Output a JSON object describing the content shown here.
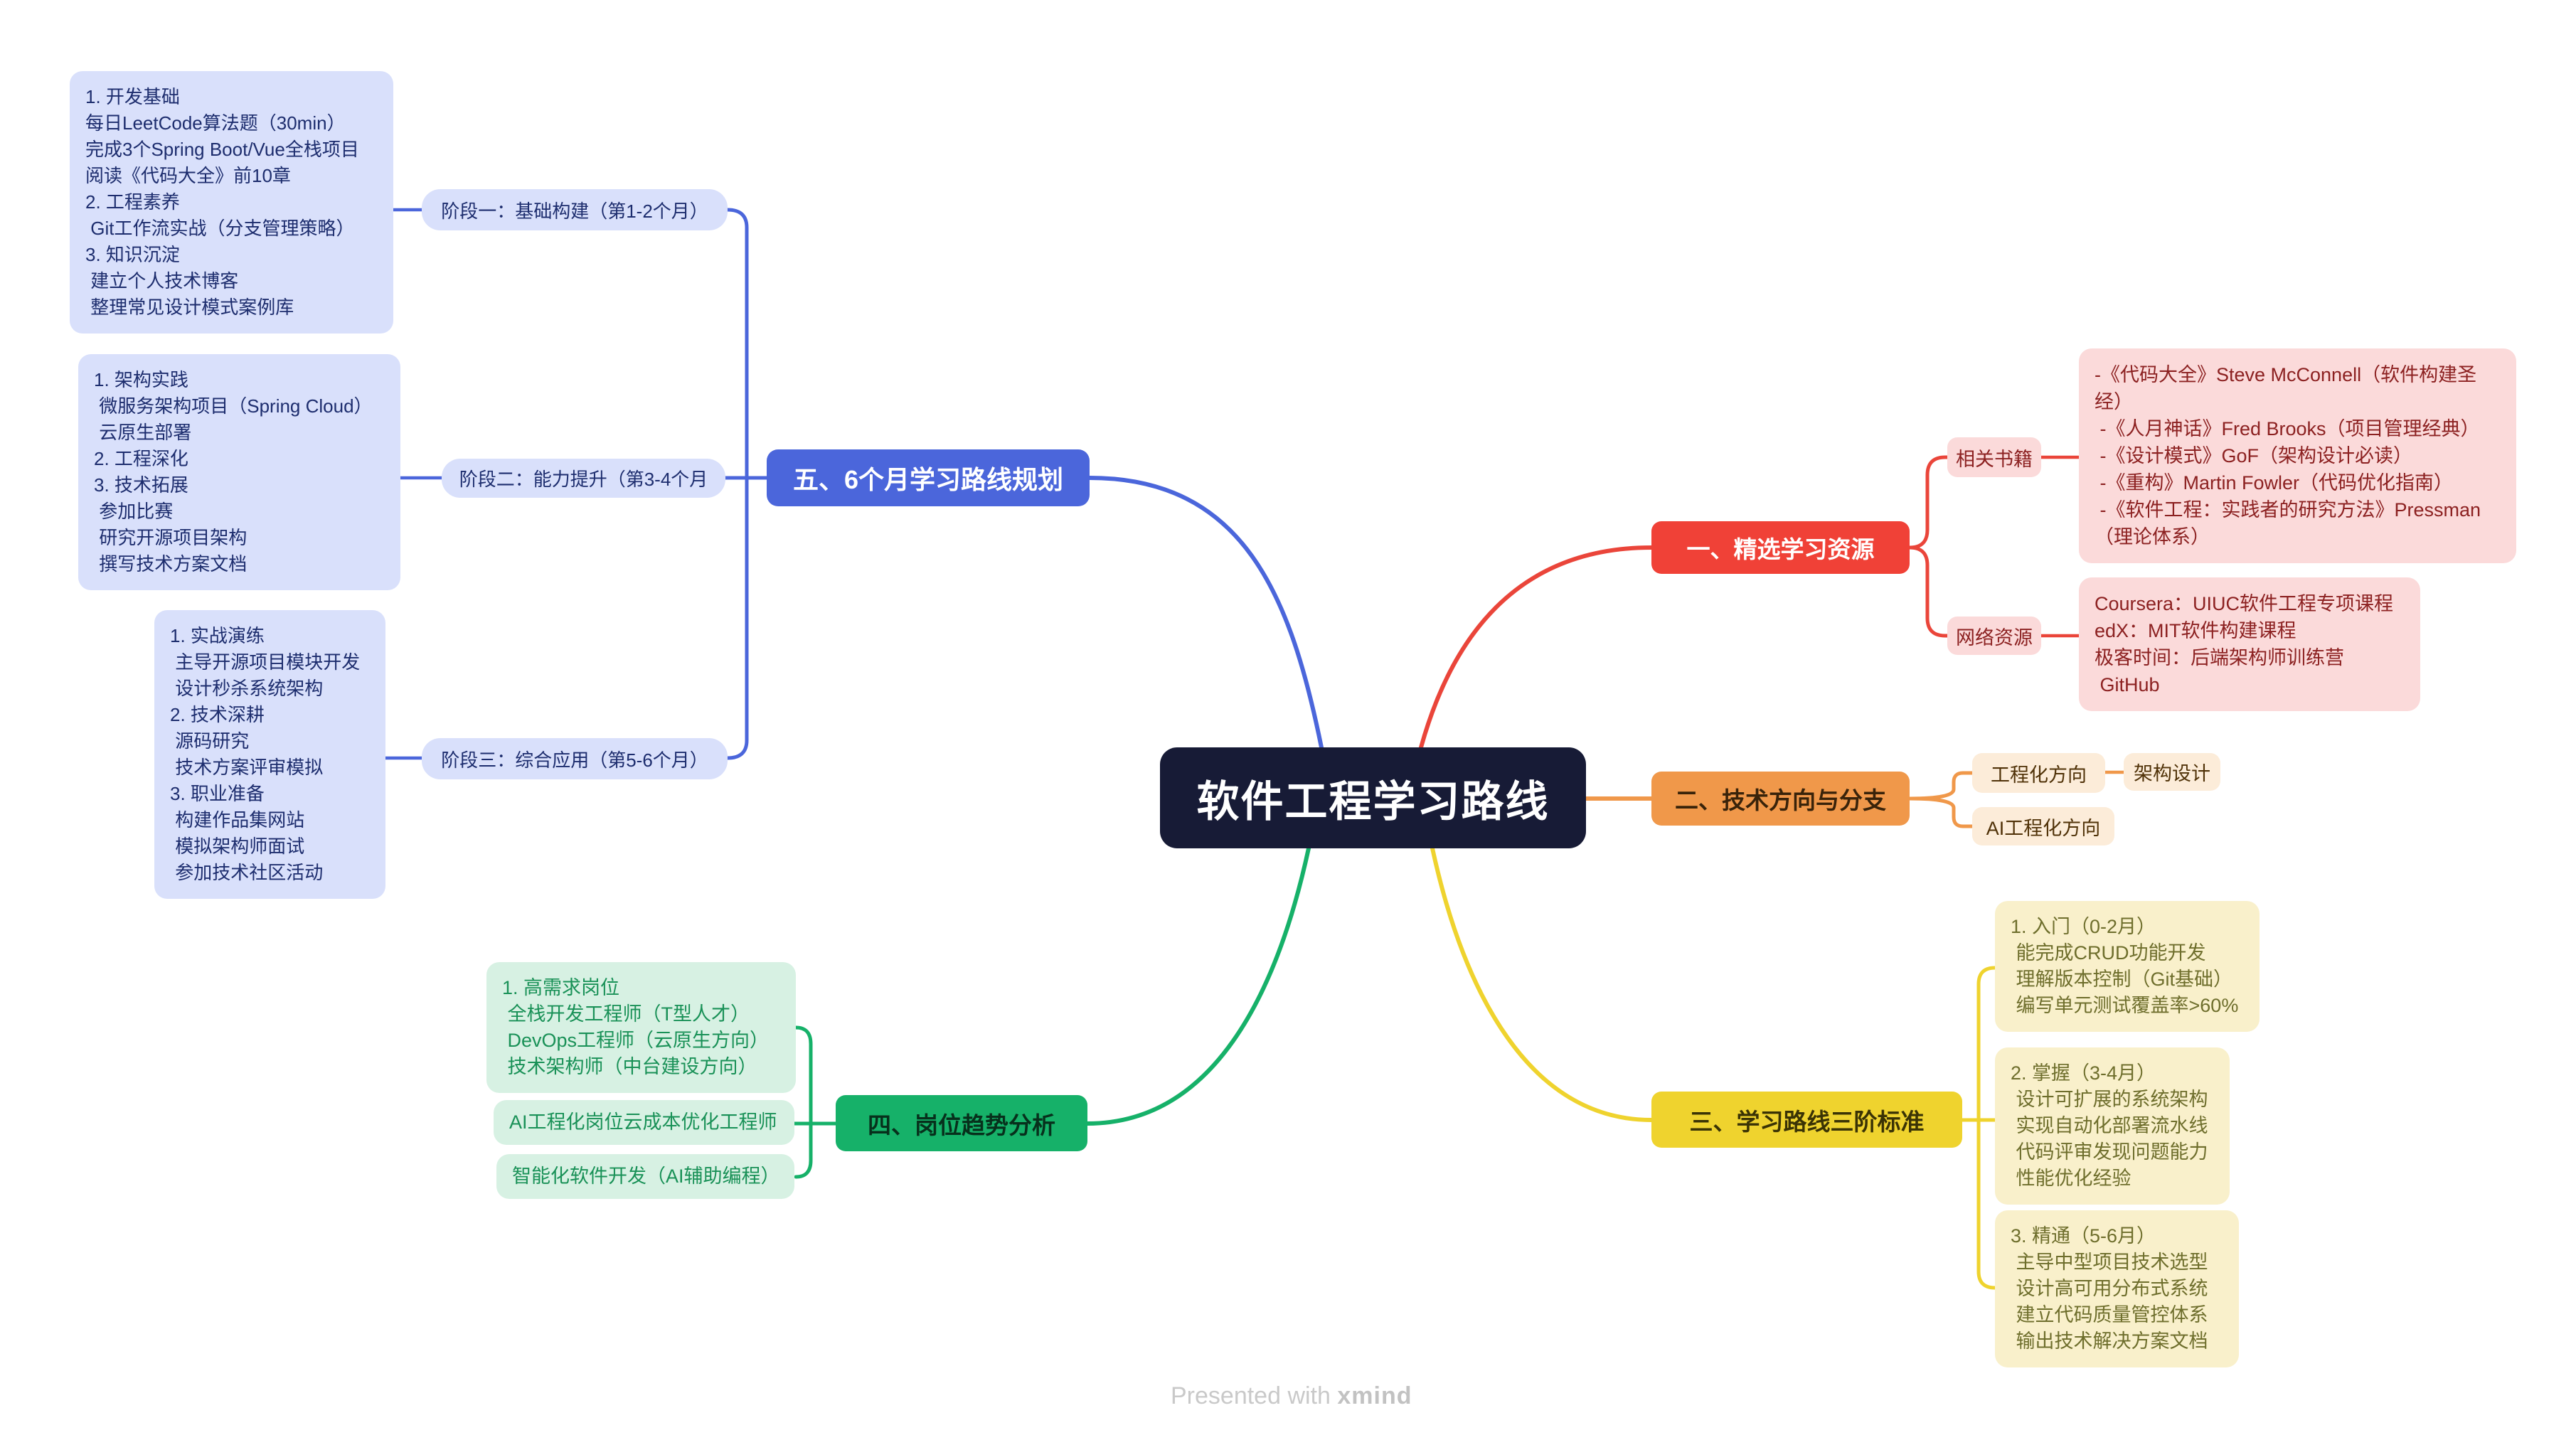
{
  "root": {
    "label": "软件工程学习路线"
  },
  "branches": {
    "plan": {
      "label": "五、6个月学习路线规划",
      "color": "#4b66db",
      "stages": [
        {
          "label": "阶段一：基础构建（第1-2个月）",
          "details": [
            "1. 开发基础",
            "每日LeetCode算法题（30min）",
            "完成3个Spring Boot/Vue全栈项目",
            "阅读《代码大全》前10章",
            "2. 工程素养",
            " Git工作流实战（分支管理策略）",
            "3. 知识沉淀",
            " 建立个人技术博客",
            " 整理常见设计模式案例库"
          ]
        },
        {
          "label": "阶段二：能力提升（第3-4个月",
          "details": [
            "1. 架构实践",
            " 微服务架构项目（Spring Cloud）",
            " 云原生部署",
            "2. 工程深化",
            "3. 技术拓展",
            " 参加比赛",
            " 研究开源项目架构",
            " 撰写技术方案文档"
          ]
        },
        {
          "label": "阶段三：综合应用（第5-6个月）",
          "details": [
            "1. 实战演练",
            " 主导开源项目模块开发",
            " 设计秒杀系统架构",
            "2. 技术深耕",
            " 源码研究",
            " 技术方案评审模拟",
            "3. 职业准备",
            " 构建作品集网站",
            " 模拟架构师面试",
            " 参加技术社区活动"
          ]
        }
      ]
    },
    "resources": {
      "label": "一、精选学习资源",
      "color": "#f04137",
      "books": {
        "label": "相关书籍",
        "lines": [
          "-《代码大全》Steve McConnell（软件构建圣经）",
          " -《人月神话》Fred Brooks（项目管理经典）",
          " -《设计模式》GoF（架构设计必读）",
          " -《重构》Martin Fowler（代码优化指南）",
          " -《软件工程：实践者的研究方法》Pressman（理论体系）"
        ]
      },
      "web": {
        "label": "网络资源",
        "lines": [
          "Coursera：UIUC软件工程专项课程",
          "edX：MIT软件构建课程",
          "极客时间：后端架构师训练营",
          " GitHub"
        ]
      }
    },
    "directions": {
      "label": "二、技术方向与分支",
      "color": "#f0984a",
      "engineering": {
        "label": "工程化方向",
        "child": "架构设计"
      },
      "ai": {
        "label": "AI工程化方向"
      }
    },
    "standards": {
      "label": "三、学习路线三阶标准",
      "color": "#efd32e",
      "boxes": [
        [
          "1. 入门（0-2月）",
          " 能完成CRUD功能开发",
          " 理解版本控制（Git基础）",
          " 编写单元测试覆盖率>60%"
        ],
        [
          "2. 掌握（3-4月）",
          " 设计可扩展的系统架构",
          " 实现自动化部署流水线",
          " 代码评审发现问题能力",
          " 性能优化经验"
        ],
        [
          "3. 精通（5-6月）",
          " 主导中型项目技术选型",
          " 设计高可用分布式系统",
          " 建立代码质量管控体系",
          " 输出技术解决方案文档"
        ]
      ]
    },
    "jobs": {
      "label": "四、岗位趋势分析",
      "color": "#16b169",
      "boxes": [
        [
          "1. 高需求岗位",
          " 全栈开发工程师（T型人才）",
          " DevOps工程师（云原生方向）",
          " 技术架构师（中台建设方向）"
        ],
        [
          "AI工程化岗位云成本优化工程师"
        ],
        [
          "智能化软件开发（AI辅助编程）"
        ]
      ]
    }
  },
  "watermark": {
    "prefix": "Presented with ",
    "brand": "xmind"
  }
}
